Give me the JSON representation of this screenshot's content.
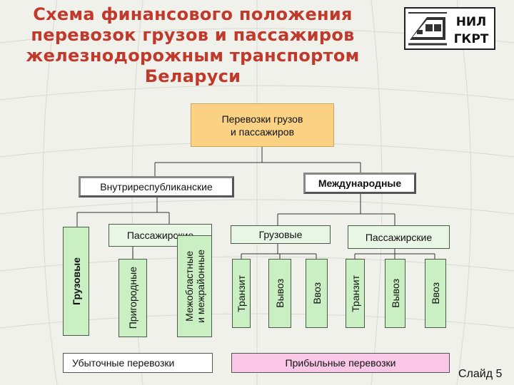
{
  "title_lines": [
    "Схема финансового положения",
    "перевозок грузов и пассажиров",
    "железнодорожным транспортом",
    "Беларуси"
  ],
  "logo": {
    "line1": "НИЛ",
    "line2": "ГКРТ",
    "icon": "train-icon"
  },
  "root": {
    "line1": "Перевозки грузов",
    "line2": "и пассажиров"
  },
  "domestic": "Внутриреспубликанские",
  "international": "Международные",
  "domestic_cargo": "Грузовые",
  "domestic_passenger": "Пассажирские",
  "suburban": "Пригородные",
  "interregional": {
    "line1": "Межобластные",
    "line2": "и межрайонные"
  },
  "intl_cargo": "Грузовые",
  "intl_passenger": "Пассажирские",
  "cargo_items": [
    "Транзит",
    "Вывоз",
    "Ввоз"
  ],
  "passenger_items": [
    "Транзит",
    "Вывоз",
    "Ввоз"
  ],
  "loss": "Убыточные  перевозки",
  "profit": "Прибыльные перевозки",
  "slide": "Слайд 5",
  "colors": {
    "title": "#c0392b",
    "root_fill": "#fbd184",
    "category_fill": "#e8f6e5",
    "leaf_fill": "#c9efc3",
    "profit_fill": "#fac7e6",
    "background": "#f1f1ec"
  }
}
